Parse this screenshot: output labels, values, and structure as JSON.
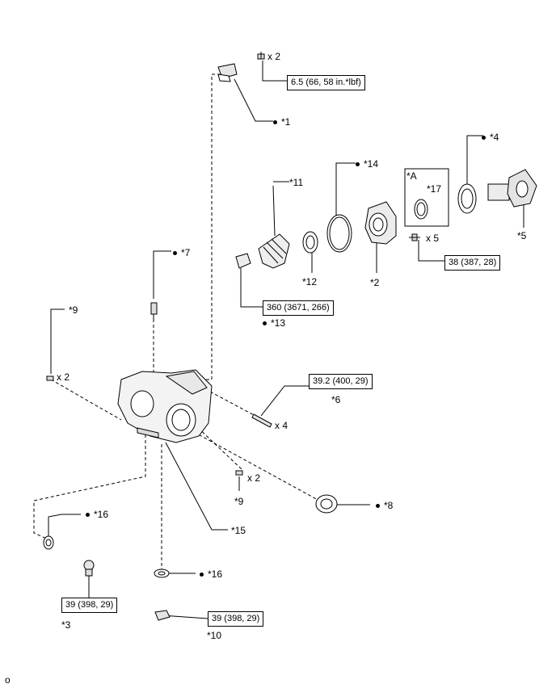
{
  "parts": {
    "p1": {
      "label": "*1"
    },
    "p2": {
      "label": "*2"
    },
    "p3": {
      "label": "*3"
    },
    "p4": {
      "label": "*4"
    },
    "p5": {
      "label": "*5"
    },
    "p6": {
      "label": "*6"
    },
    "p7": {
      "label": "*7"
    },
    "p8": {
      "label": "*8"
    },
    "p9a": {
      "label": "*9"
    },
    "p9b": {
      "label": "*9"
    },
    "p10": {
      "label": "*10"
    },
    "p11": {
      "label": "*11"
    },
    "p12": {
      "label": "*12"
    },
    "p13": {
      "label": "*13"
    },
    "p14": {
      "label": "*14"
    },
    "p15": {
      "label": "*15"
    },
    "p16a": {
      "label": "*16"
    },
    "p16b": {
      "label": "*16"
    },
    "p17": {
      "label": "*17"
    }
  },
  "detail_label": "*A",
  "quantities": {
    "bolt_top": "x 2",
    "bolt_right": "x 5",
    "studs": "x 4",
    "pin_left": "x 2",
    "pin_lower": "x 2"
  },
  "torques": {
    "t_top": "6.5 (66, 58 in.*lbf)",
    "t_right": "38 (387, 28)",
    "t_nut": "360 (3671, 266)",
    "t_stud": "39.2 (400, 29)",
    "t_plug_left": "39 (398, 29)",
    "t_plug_bottom": "39 (398, 29)"
  },
  "footer_mark": "o"
}
